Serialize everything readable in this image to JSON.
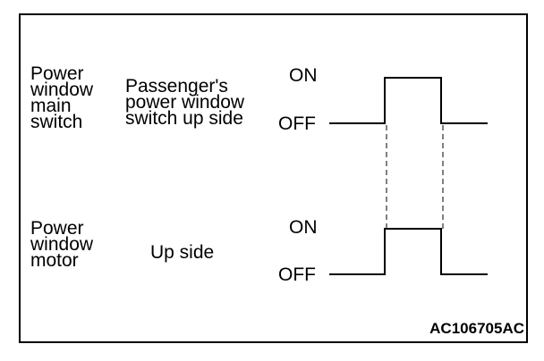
{
  "rows": [
    {
      "component": "Power\nwindow\nmain\nswitch",
      "condition": "Passenger's\npower window\nswitch up side",
      "on_label": "ON",
      "off_label": "OFF"
    },
    {
      "component": "Power\nwindow\nmotor",
      "condition": "Up side",
      "on_label": "ON",
      "off_label": "OFF"
    }
  ],
  "figure_code": "AC106705AC"
}
